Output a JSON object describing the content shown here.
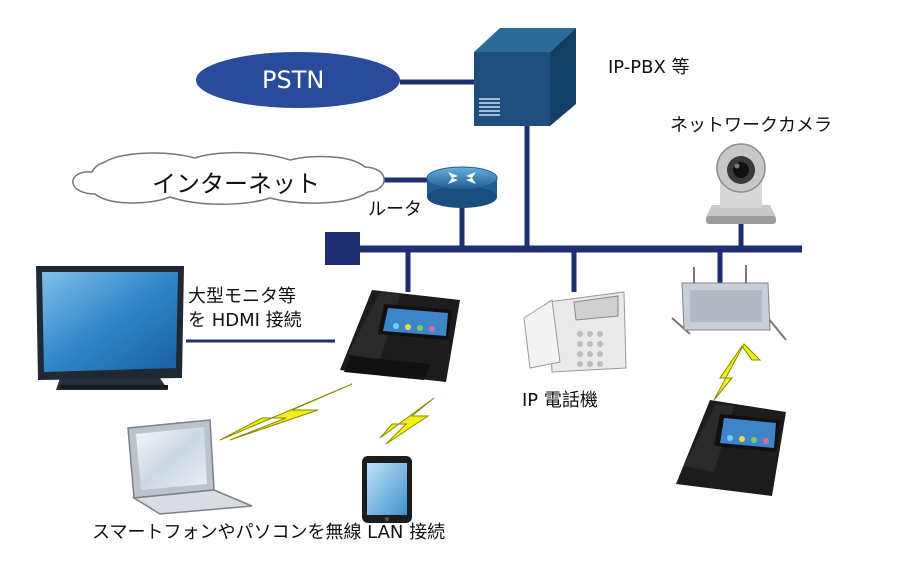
{
  "labels": {
    "pstn": "PSTN",
    "internet": "インターネット",
    "ippbx": "IP-PBX 等",
    "router": "ルータ",
    "network_camera": "ネットワークカメラ",
    "monitor_line1": "大型モニタ等",
    "monitor_line2": "を HDMI 接続",
    "ip_phone": "IP 電話機",
    "wireless_lan": "スマートフォンやパソコンを無線 LAN 接続"
  },
  "colors": {
    "network_line": "#1d2f6f",
    "pbx_blue": "#1e4f7c",
    "pstn_fill": "#2a4a9a",
    "lightning": "#f0ef18"
  }
}
